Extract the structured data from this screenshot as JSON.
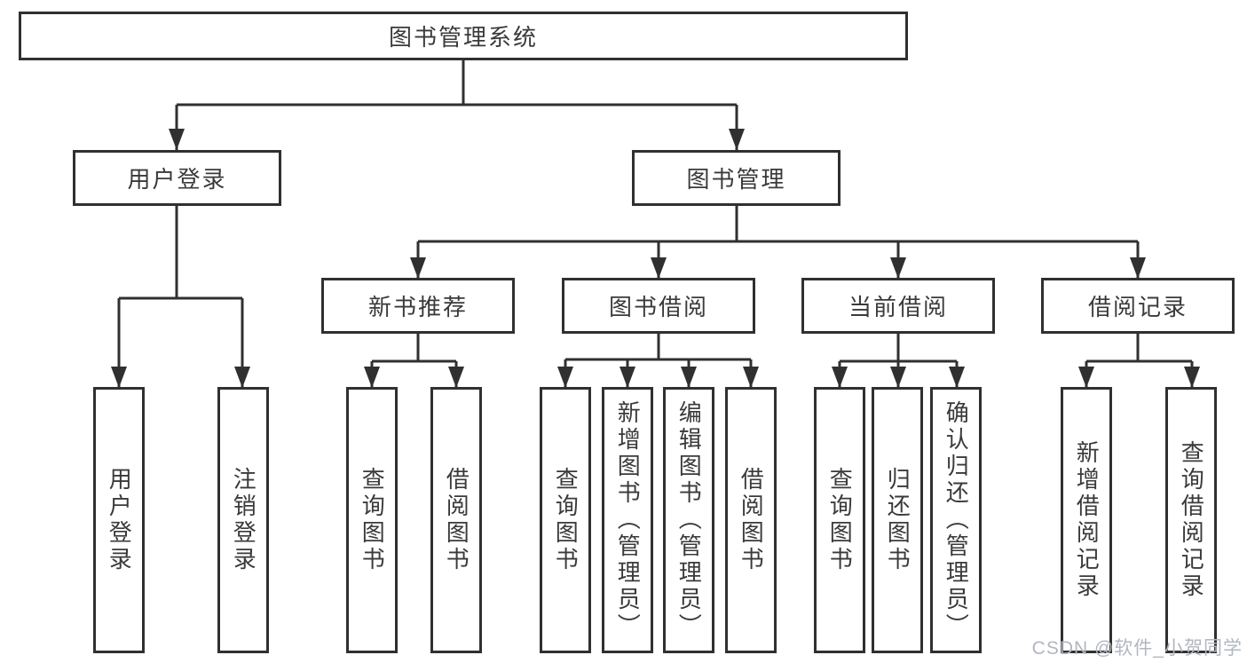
{
  "diagram": {
    "title_node": {
      "label": "图书管理系统"
    },
    "level2": [
      {
        "label": "用户登录"
      },
      {
        "label": "图书管理"
      }
    ],
    "level3": [
      {
        "label": "新书推荐",
        "parent": "图书管理"
      },
      {
        "label": "图书借阅",
        "parent": "图书管理"
      },
      {
        "label": "当前借阅",
        "parent": "图书管理"
      },
      {
        "label": "借阅记录",
        "parent": "图书管理"
      }
    ],
    "leaves": [
      {
        "label": "用户登录",
        "parent": "用户登录"
      },
      {
        "label": "注销登录",
        "parent": "用户登录"
      },
      {
        "label": "查询图书",
        "parent": "新书推荐"
      },
      {
        "label": "借阅图书",
        "parent": "新书推荐"
      },
      {
        "label": "查询图书",
        "parent": "图书借阅"
      },
      {
        "label": "新增图书（管理员）",
        "parent": "图书借阅"
      },
      {
        "label": "编辑图书（管理员）",
        "parent": "图书借阅"
      },
      {
        "label": "借阅图书",
        "parent": "图书借阅"
      },
      {
        "label": "查询图书",
        "parent": "当前借阅"
      },
      {
        "label": "归还图书",
        "parent": "当前借阅"
      },
      {
        "label": "确认归还（管理员）",
        "parent": "当前借阅"
      },
      {
        "label": "新增借阅记录",
        "parent": "借阅记录"
      },
      {
        "label": "查询借阅记录",
        "parent": "借阅记录"
      }
    ],
    "colors": {
      "line": "#303030",
      "box_border": "#303030",
      "text": "#3a3a3a",
      "background": "#ffffff",
      "watermark": "#b2b6bf"
    }
  },
  "watermark": {
    "text": "CSDN @软件_小贺同学"
  }
}
